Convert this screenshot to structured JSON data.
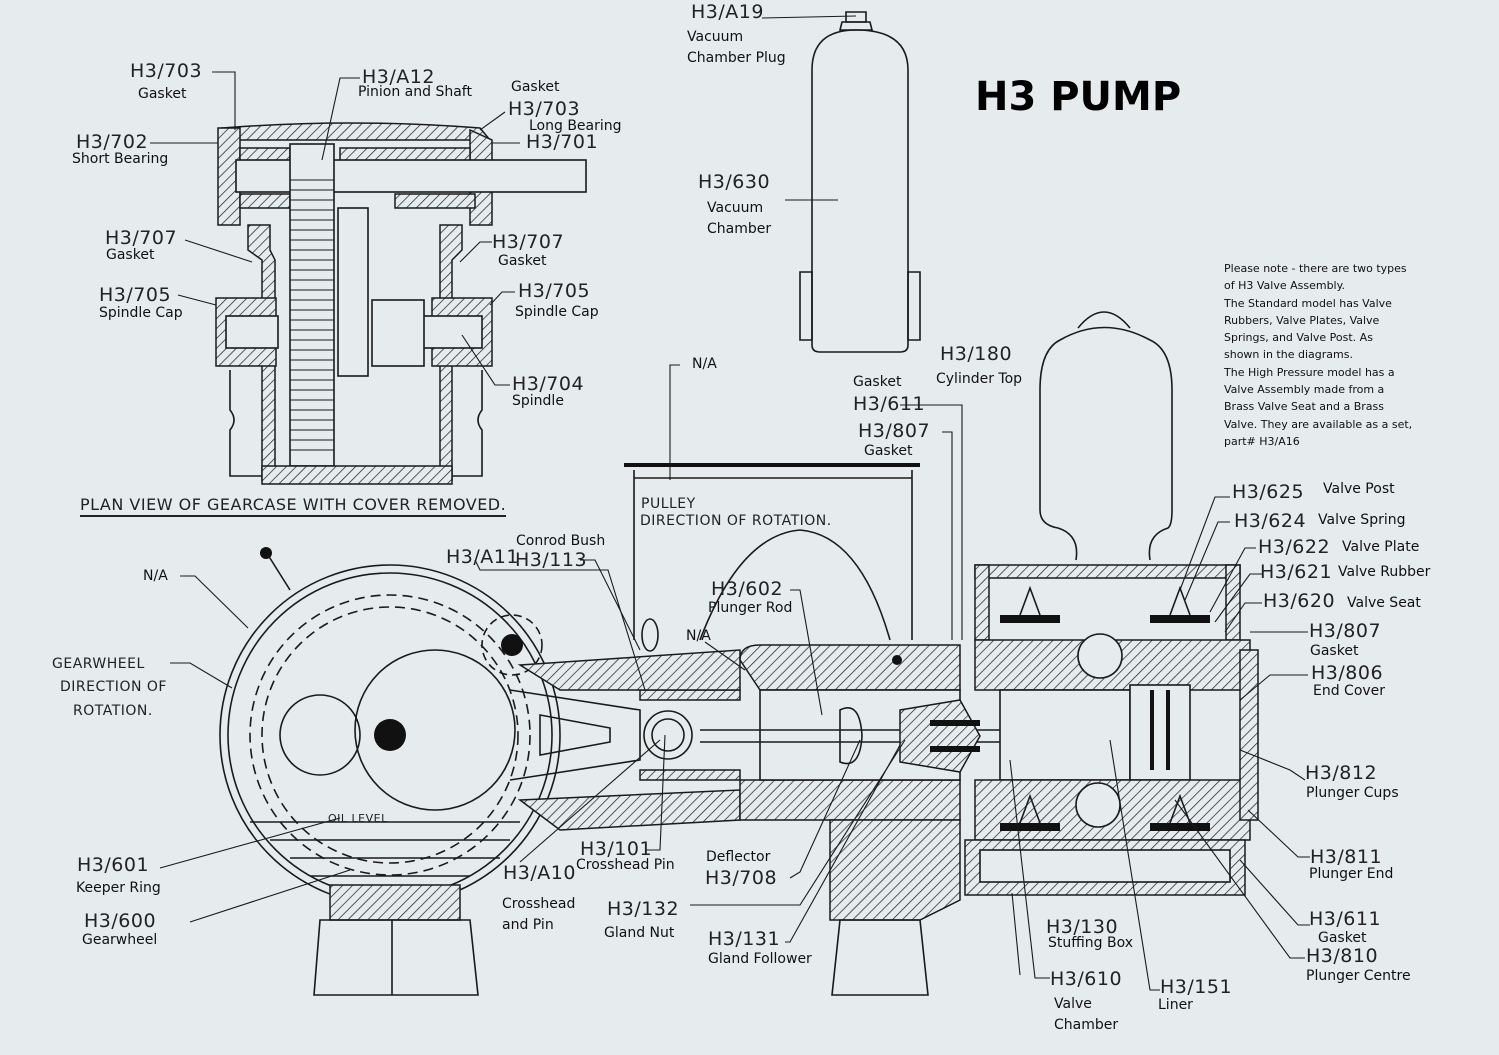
{
  "title": "H3 PUMP",
  "note": {
    "lines": [
      "Please note - there are two types",
      "of H3 Valve Assembly.",
      "The Standard model has Valve",
      "Rubbers, Valve Plates, Valve",
      "Springs, and Valve Post. As",
      "shown in the diagrams.",
      "The High Pressure model has a",
      "Valve Assembly made from a",
      "Brass Valve Seat and a Brass",
      "Valve. They are available as a set,",
      "part# H3/A16"
    ]
  },
  "captions": {
    "plan_view": "PLAN   VIEW OF GEARCASE WITH COVER REMOVED.",
    "gearwheel_rotation": [
      "GEARWHEEL",
      "DIRECTION OF",
      "ROTATION."
    ],
    "pulley_rotation": [
      "PULLEY",
      "DIRECTION OF ROTATION."
    ],
    "oil_level": "OIL LEVEL"
  },
  "parts": [
    {
      "code": "H3/703",
      "name": "Gasket"
    },
    {
      "code": "H3/A12",
      "name": "Pinion and Shaft"
    },
    {
      "code": "H3/703",
      "name": "Long Bearing",
      "extra": "Gasket"
    },
    {
      "code": "H3/701",
      "name": ""
    },
    {
      "code": "H3/702",
      "name": "Short Bearing"
    },
    {
      "code": "H3/707",
      "name": "Gasket"
    },
    {
      "code": "H3/707",
      "name": "Gasket"
    },
    {
      "code": "H3/705",
      "name": "Spindle Cap"
    },
    {
      "code": "H3/705",
      "name": "Spindle Cap"
    },
    {
      "code": "H3/704",
      "name": "Spindle"
    },
    {
      "code": "H3/A19",
      "name": "Vacuum Chamber Plug"
    },
    {
      "code": "H3/630",
      "name": "Vacuum Chamber"
    },
    {
      "code": "H3/180",
      "name": "Cylinder Top"
    },
    {
      "code": "H3/611",
      "name": "Gasket"
    },
    {
      "code": "H3/807",
      "name": "Gasket"
    },
    {
      "code": "H3/625",
      "name": "Valve Post"
    },
    {
      "code": "H3/624",
      "name": "Valve Spring"
    },
    {
      "code": "H3/622",
      "name": "Valve Plate"
    },
    {
      "code": "H3/621",
      "name": "Valve Rubber"
    },
    {
      "code": "H3/620",
      "name": "Valve Seat"
    },
    {
      "code": "H3/807",
      "name": "Gasket"
    },
    {
      "code": "H3/806",
      "name": "End Cover"
    },
    {
      "code": "H3/812",
      "name": "Plunger Cups"
    },
    {
      "code": "H3/811",
      "name": "Plunger End"
    },
    {
      "code": "H3/611",
      "name": "Gasket"
    },
    {
      "code": "H3/810",
      "name": "Plunger Centre"
    },
    {
      "code": "H3/151",
      "name": "Liner"
    },
    {
      "code": "H3/610",
      "name": "Valve Chamber"
    },
    {
      "code": "H3/130",
      "name": "Stuffing Box"
    },
    {
      "code": "H3/131",
      "name": "Gland Follower"
    },
    {
      "code": "H3/132",
      "name": "Gland Nut"
    },
    {
      "code": "H3/708",
      "name": "Deflector"
    },
    {
      "code": "H3/101",
      "name": "Crosshead Pin"
    },
    {
      "code": "H3/A10",
      "name": "Crosshead and Pin"
    },
    {
      "code": "H3/A11",
      "name": ""
    },
    {
      "code": "H3/113",
      "name": "Conrod Bush"
    },
    {
      "code": "H3/602",
      "name": "Plunger Rod"
    },
    {
      "code": "H3/601",
      "name": "Keeper Ring"
    },
    {
      "code": "H3/600",
      "name": "Gearwheel"
    },
    {
      "code": "N/A",
      "name": ""
    },
    {
      "code": "N/A",
      "name": ""
    },
    {
      "code": "N/A",
      "name": ""
    }
  ]
}
